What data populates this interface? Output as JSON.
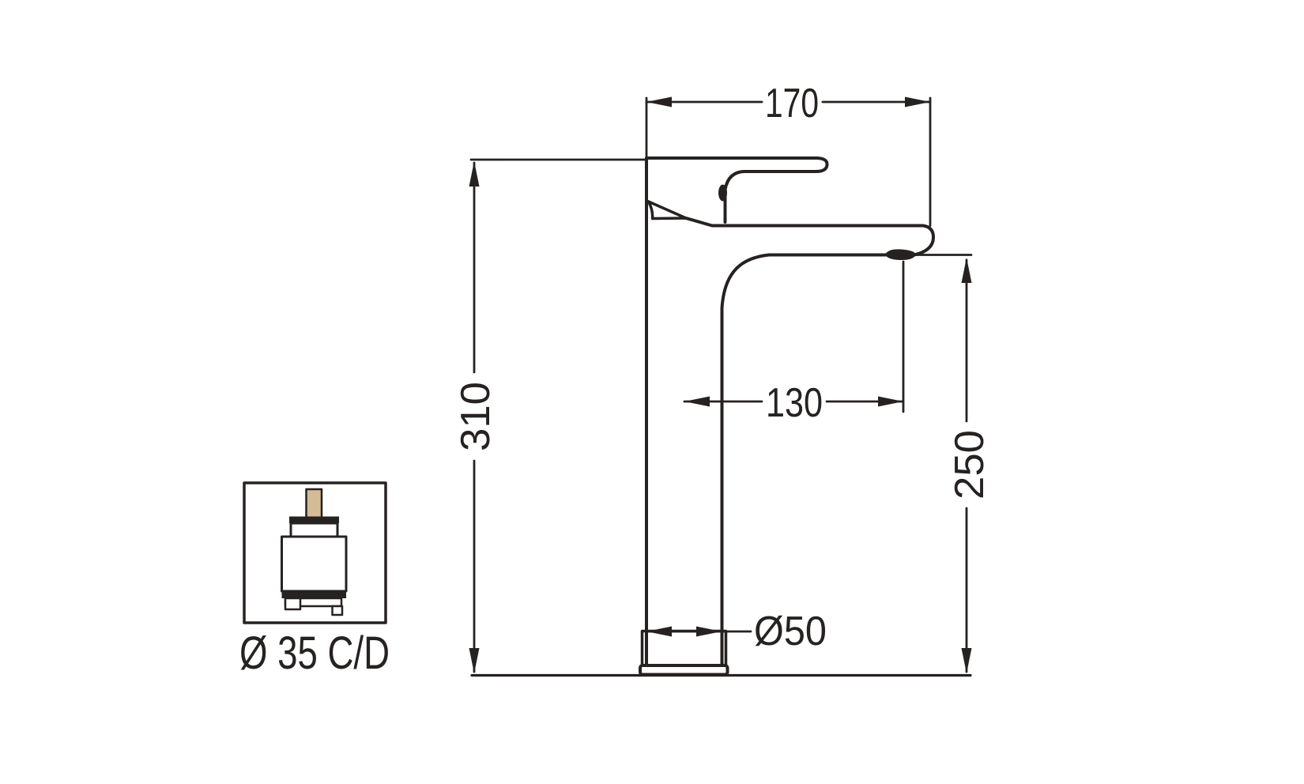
{
  "drawing": {
    "dimensions": {
      "top_width": "170",
      "overall_height": "310",
      "spout_reach": "130",
      "spout_height": "250",
      "base_diameter": "Ø50"
    },
    "cartridge_label": "Ø 35 C/D",
    "colors": {
      "line": "#262221",
      "cartridge_stem": "#d4bc96",
      "background": "#ffffff"
    }
  }
}
